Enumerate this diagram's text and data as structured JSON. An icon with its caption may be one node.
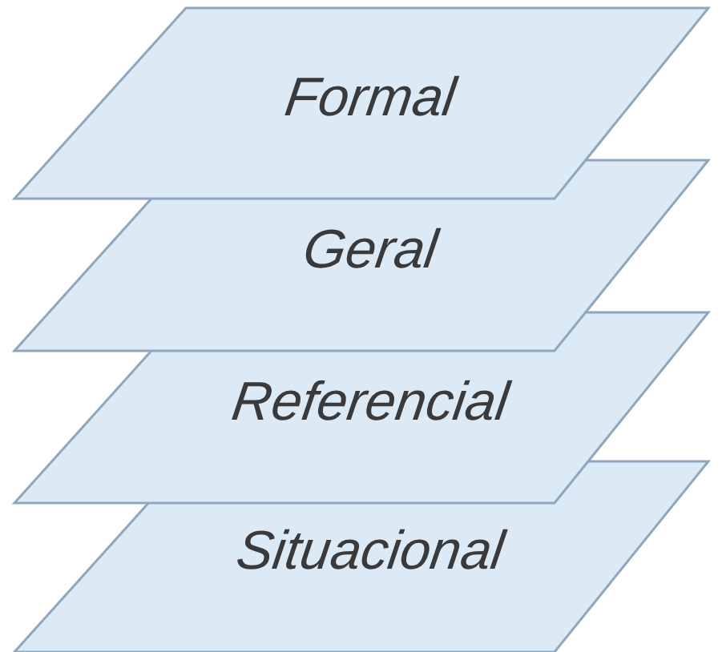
{
  "diagram": {
    "nodes": [
      {
        "text": [
          "Formal"
        ]
      },
      {
        "text": [
          "Geral"
        ]
      },
      {
        "text": [
          "Referencial"
        ]
      },
      {
        "text": [
          "Situacional"
        ]
      }
    ]
  }
}
